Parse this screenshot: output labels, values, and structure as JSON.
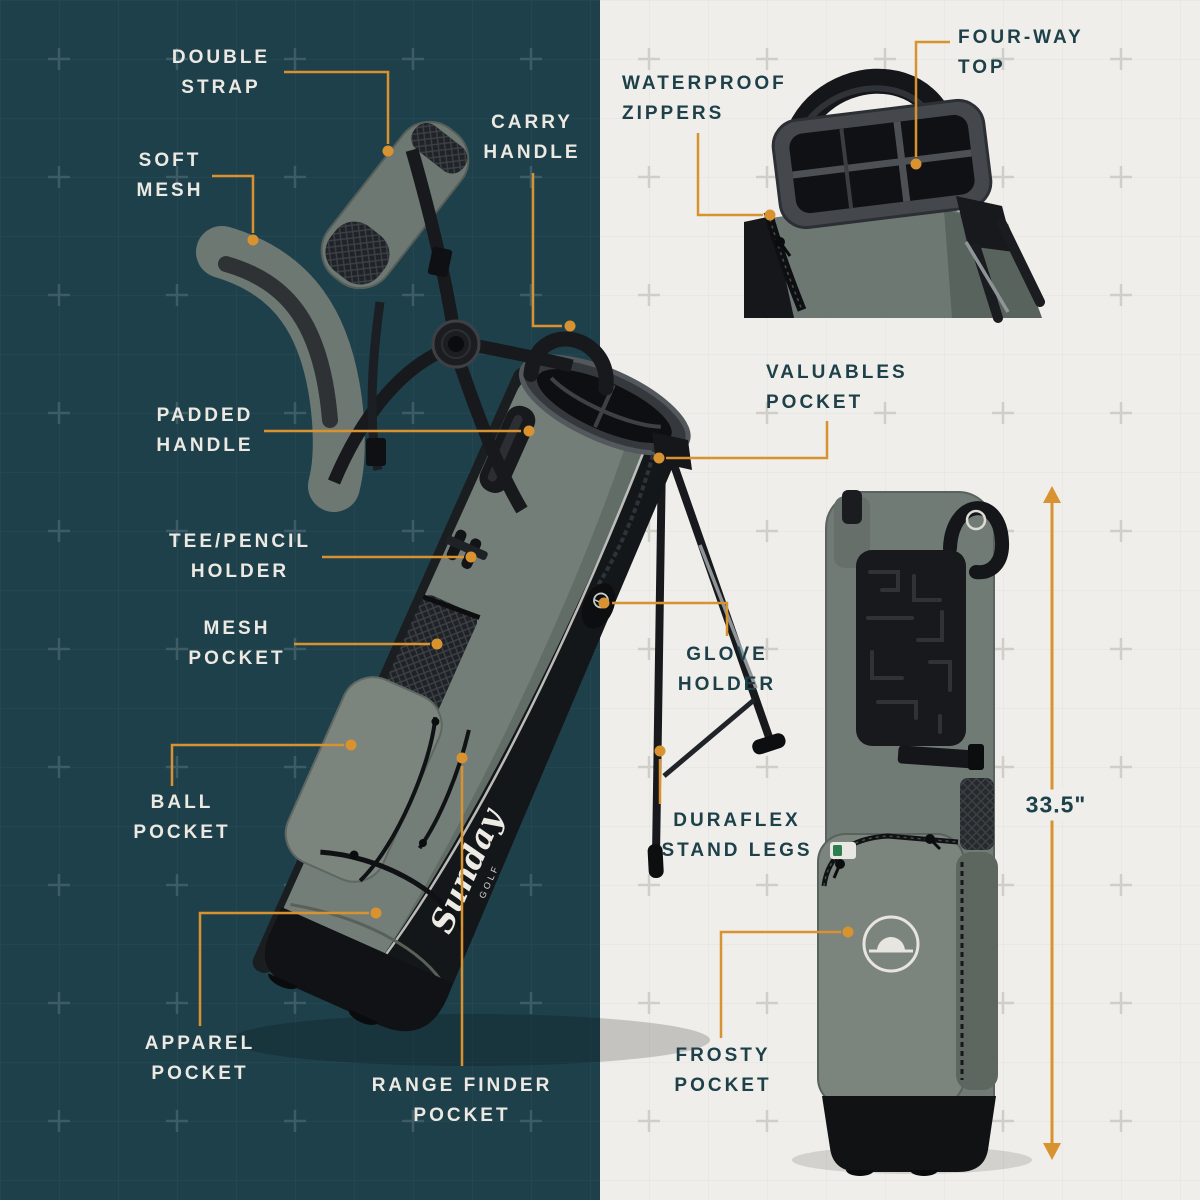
{
  "colors": {
    "accent": "#d8922f",
    "left_panel_bg": "#1e404b",
    "right_panel_bg": "#efeeeb",
    "left_label_text": "#ece9e2",
    "right_label_text": "#1d4049"
  },
  "callouts": {
    "double_strap": "DOUBLE\nSTRAP",
    "soft_mesh": "SOFT\nMESH",
    "carry_handle": "CARRY\nHANDLE",
    "padded_handle": "PADDED\nHANDLE",
    "tee_pencil_holder": "TEE/PENCIL\nHOLDER",
    "mesh_pocket": "MESH\nPOCKET",
    "ball_pocket": "BALL\nPOCKET",
    "apparel_pocket": "APPAREL\nPOCKET",
    "range_finder_pocket": "RANGE FINDER\nPOCKET",
    "waterproof_zippers": "WATERPROOF\nZIPPERS",
    "four_way_top": "FOUR-WAY\nTOP",
    "valuables_pocket": "VALUABLES\nPOCKET",
    "glove_holder": "GLOVE\nHOLDER",
    "duraflex_stand_legs": "DURAFLEX\nSTAND LEGS",
    "frosty_pocket": "FROSTY\nPOCKET"
  },
  "measurement": {
    "bag_height": "33.5\""
  },
  "brand": {
    "script": "Sunday",
    "sub": "GOLF"
  }
}
